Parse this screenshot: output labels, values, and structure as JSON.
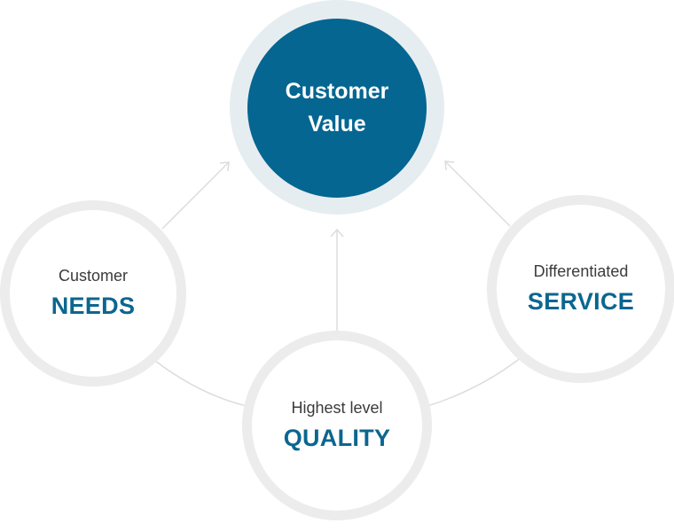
{
  "core": {
    "line1": "Customer",
    "line2": "Value",
    "fill_color": "#046691",
    "ring_color": "#e6edf1"
  },
  "nodes": [
    {
      "id": "needs",
      "small": "Customer",
      "big": "NEEDS"
    },
    {
      "id": "quality",
      "small": "Highest level",
      "big": "QUALITY"
    },
    {
      "id": "service",
      "small": "Differentiated",
      "big": "SERVICE"
    }
  ],
  "colors": {
    "ring": "#ececec",
    "accent": "#0b6690",
    "text": "#3b3b3b",
    "connector": "#dcdcdc"
  }
}
